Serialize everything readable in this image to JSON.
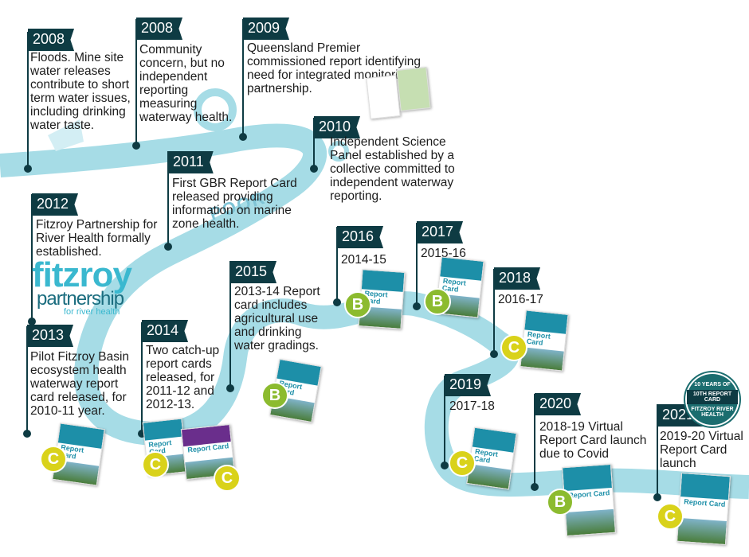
{
  "timeline": [
    {
      "year": "2008",
      "text": "Floods. Mine site water releases contribute to short term water issues, including drinking water taste."
    },
    {
      "year": "2008",
      "text": "Community concern, but no independent reporting measuring waterway health."
    },
    {
      "year": "2009",
      "text": "Queensland Premier commissioned report identifying need for integrated monitoring partnership."
    },
    {
      "year": "2010",
      "text": "Independent Science Panel established by a collective committed to independent waterway reporting."
    },
    {
      "year": "2011",
      "text": "First GBR Report Card released providing information on marine zone health."
    },
    {
      "year": "2012",
      "text": "Fitzroy Partnership for River Health formally established."
    },
    {
      "year": "2013",
      "text": "Pilot Fitzroy Basin ecosystem health waterway report card released, for 2010-11 year."
    },
    {
      "year": "2014",
      "text": "Two catch-up report cards released, for 2011-12 and 2012-13."
    },
    {
      "year": "2015",
      "text": "2013-14 Report card includes agricultural use and drinking water gradings."
    },
    {
      "year": "2016",
      "text": "2014-15"
    },
    {
      "year": "2017",
      "text": "2015-16"
    },
    {
      "year": "2018",
      "text": "2016-17"
    },
    {
      "year": "2019",
      "text": "2017-18"
    },
    {
      "year": "2020",
      "text": "2018-19 Virtual Report Card launch due to Covid"
    },
    {
      "year": "2021",
      "text": "2019-20 Virtual Report Card launch"
    }
  ],
  "grades": [
    "C",
    "C",
    "C",
    "B",
    "B",
    "B",
    "C",
    "C",
    "B",
    "C"
  ],
  "logo": {
    "line1": "fitzroy",
    "line2": "partnership",
    "line3": "for river health"
  },
  "badge": {
    "top": "10 YEARS OF",
    "middle": "10TH REPORT CARD",
    "bottom": "FITZROY RIVER HEALTH"
  },
  "river_label": "POOR",
  "card_label": "Report Card",
  "colors": {
    "river": "#a6dce6",
    "flag": "#0e3b43",
    "grade_c": "#d9d21a",
    "grade_b": "#8cbb2f",
    "brand": "#3ab8cf"
  }
}
